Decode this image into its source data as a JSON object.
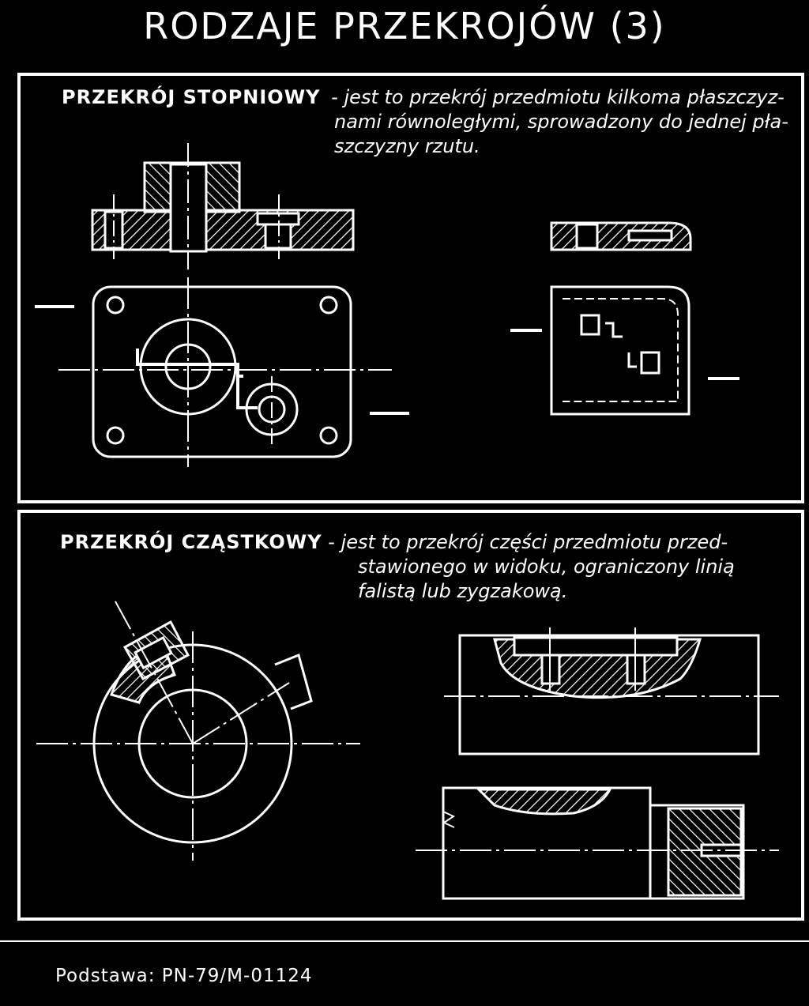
{
  "title": "RODZAJE PRZEKROJÓW (3)",
  "section1": {
    "term": "PRZEKRÓJ STOPNIOWY",
    "dash": "-",
    "line1": "jest to przekrój przedmiotu kilkoma płaszczyz-",
    "line2": "nami równoległymi, sprowadzony do jednej pła-",
    "line3": "szczyzny rzutu."
  },
  "section2": {
    "term": "PRZEKRÓJ CZĄSTKOWY",
    "dash": "-",
    "line1": "jest to przekrój części przedmiotu przed-",
    "line2": "stawionego w widoku, ograniczony linią",
    "line3": "falistą lub zygzakową."
  },
  "footer": "Podstawa: PN-79/M-01124"
}
